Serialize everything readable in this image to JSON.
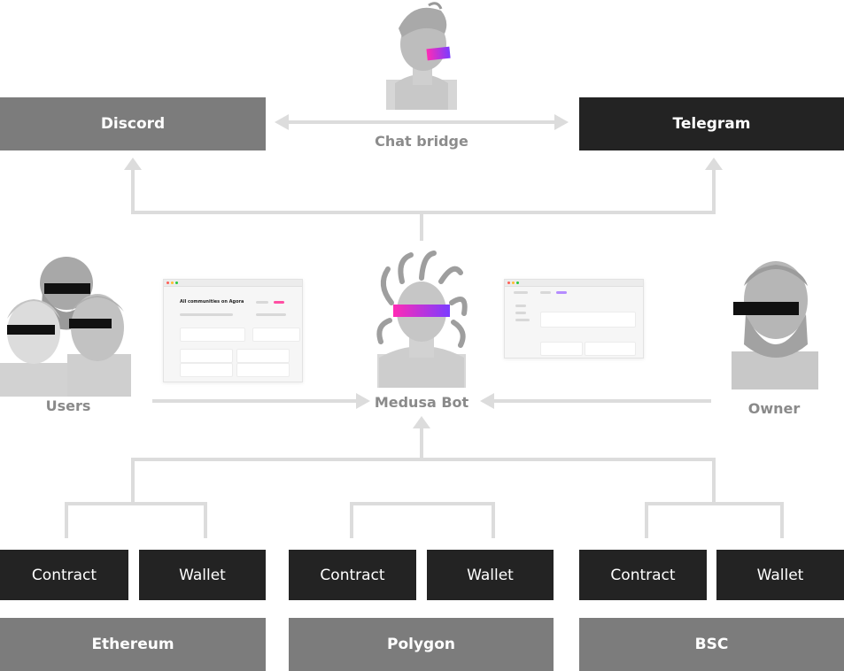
{
  "chat": {
    "discord": "Discord",
    "telegram": "Telegram",
    "bridge": "Chat bridge"
  },
  "center": {
    "bot": "Medusa Bot",
    "users": "Users",
    "owner": "Owner"
  },
  "screens": {
    "agora_title": "All communities on Agora"
  },
  "chains": [
    {
      "name": "Ethereum",
      "contract": "Contract",
      "wallet": "Wallet"
    },
    {
      "name": "Polygon",
      "contract": "Contract",
      "wallet": "Wallet"
    },
    {
      "name": "BSC",
      "contract": "Contract",
      "wallet": "Wallet"
    }
  ],
  "colors": {
    "dark_box": "#232323",
    "grey_box": "#7c7c7c",
    "connector": "#dcdcdc",
    "label": "#8c8c8c",
    "visor_gradient": [
      "#ff2bb5",
      "#7b3cff"
    ]
  }
}
